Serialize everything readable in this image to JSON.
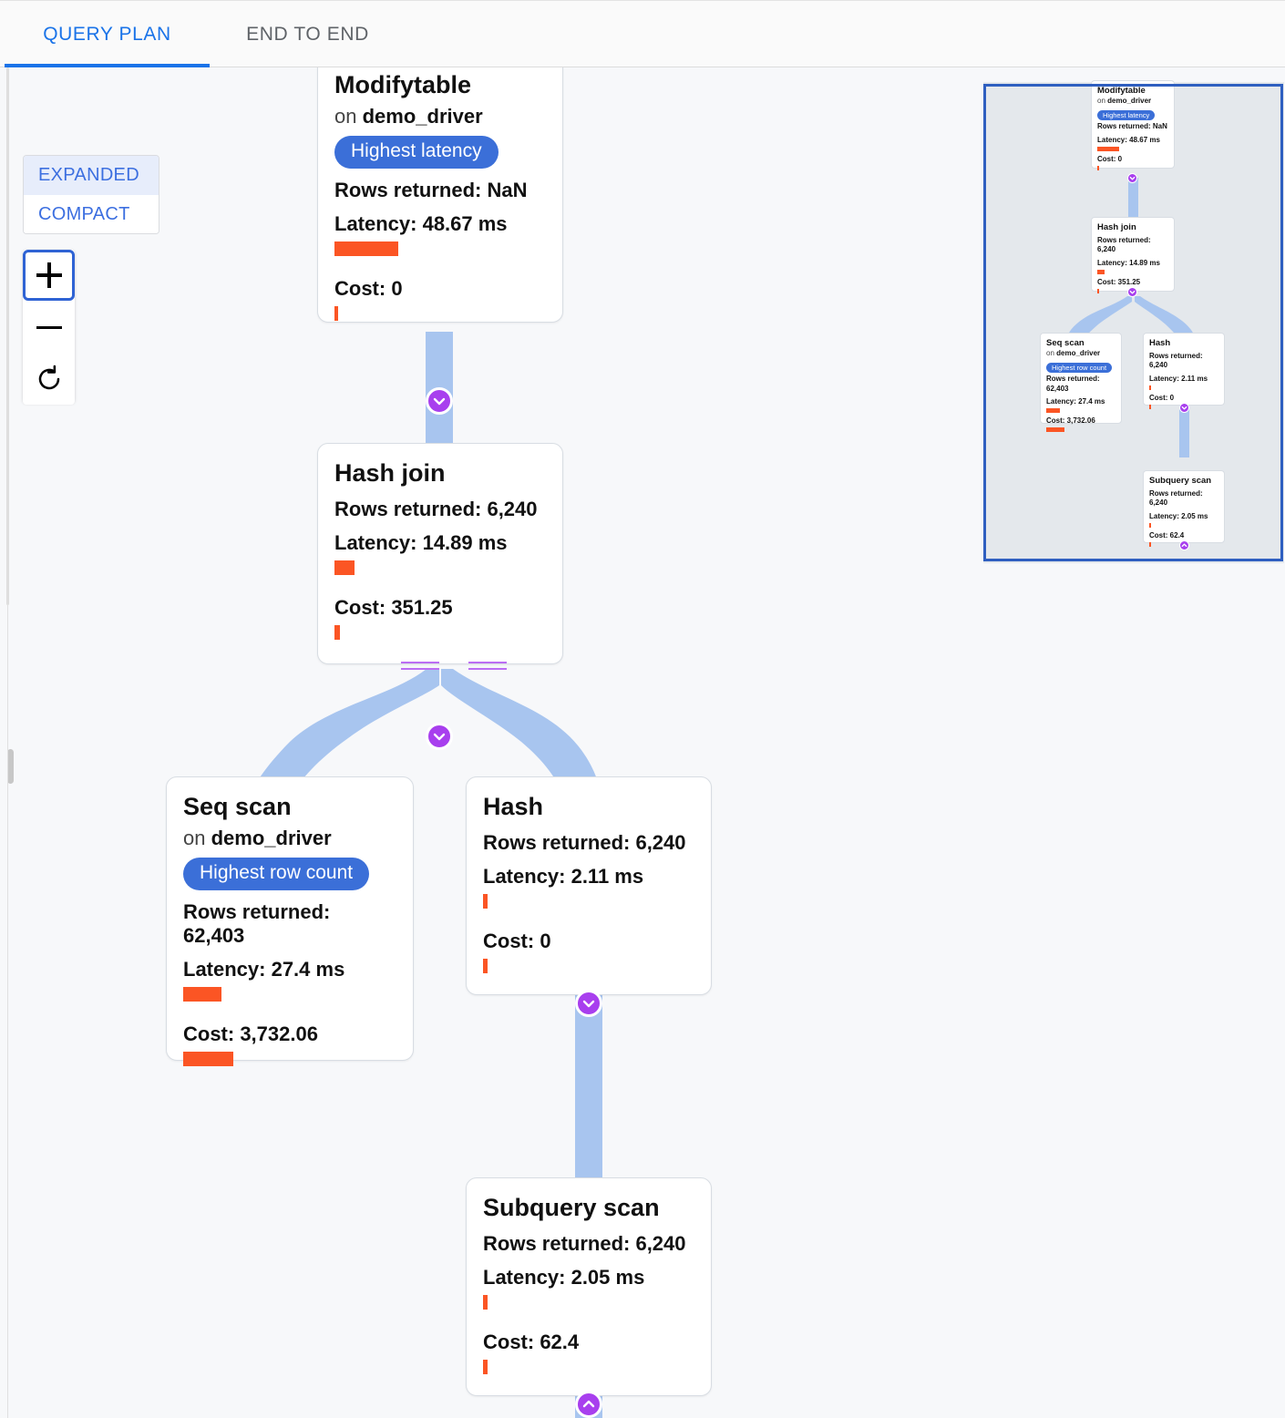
{
  "tabs": [
    {
      "label": "QUERY PLAN",
      "active": true
    },
    {
      "label": "END TO END",
      "active": false
    }
  ],
  "view_mode": {
    "expanded_label": "EXPANDED",
    "compact_label": "COMPACT",
    "selected": "EXPANDED"
  },
  "zoom_controls": {
    "zoom_in_label": "+",
    "zoom_out_label": "−",
    "reset_label": "↺"
  },
  "colors": {
    "accent_blue": "#1a73e8",
    "badge_blue": "#3b6fd8",
    "bar_orange": "#fb5524",
    "edge_blue": "#a8c5ef",
    "connector_purple": "#a83fee",
    "minimap_bg": "#e4e8ec",
    "viewport_border": "#2f5fc0",
    "canvas_bg": "#f7f8fa"
  },
  "labels": {
    "rows_returned": "Rows returned:",
    "latency": "Latency:",
    "cost": "Cost:",
    "on": "on"
  },
  "nodes": [
    {
      "id": "modifytable",
      "title": "Modifytable",
      "relation": "demo_driver",
      "on_prefix": "on",
      "badge": "Highest latency",
      "rows_returned": "Rows returned: NaN",
      "latency": "Latency: 48.67 ms",
      "cost": "Cost: 0",
      "latency_bar_width": 70,
      "cost_bar_width": 4
    },
    {
      "id": "hash-join",
      "title": "Hash join",
      "relation": null,
      "badge": null,
      "rows_returned": "Rows returned: 6,240",
      "latency": "Latency: 14.89 ms",
      "cost": "Cost: 351.25",
      "latency_bar_width": 22,
      "cost_bar_width": 6
    },
    {
      "id": "seq-scan",
      "title": "Seq scan",
      "relation": "demo_driver",
      "on_prefix": "on",
      "badge": "Highest row count",
      "rows_returned": "Rows returned: 62,403",
      "latency": "Latency: 27.4 ms",
      "cost": "Cost: 3,732.06",
      "latency_bar_width": 42,
      "cost_bar_width": 55
    },
    {
      "id": "hash",
      "title": "Hash",
      "relation": null,
      "badge": null,
      "rows_returned": "Rows returned: 6,240",
      "latency": "Latency: 2.11 ms",
      "cost": "Cost: 0",
      "latency_bar_width": 5,
      "cost_bar_width": 5
    },
    {
      "id": "subquery-scan",
      "title": "Subquery scan",
      "relation": null,
      "badge": null,
      "rows_returned": "Rows returned: 6,240",
      "latency": "Latency: 2.05 ms",
      "cost": "Cost: 62.4",
      "latency_bar_width": 5,
      "cost_bar_width": 5
    }
  ],
  "edges": [
    {
      "from": "modifytable",
      "to": "hash-join"
    },
    {
      "from": "hash-join",
      "to": "seq-scan"
    },
    {
      "from": "hash-join",
      "to": "hash"
    },
    {
      "from": "hash",
      "to": "subquery-scan"
    }
  ],
  "minimap": {
    "present": true,
    "nodes": [
      "modifytable",
      "hash-join",
      "seq-scan",
      "hash",
      "subquery-scan"
    ]
  }
}
